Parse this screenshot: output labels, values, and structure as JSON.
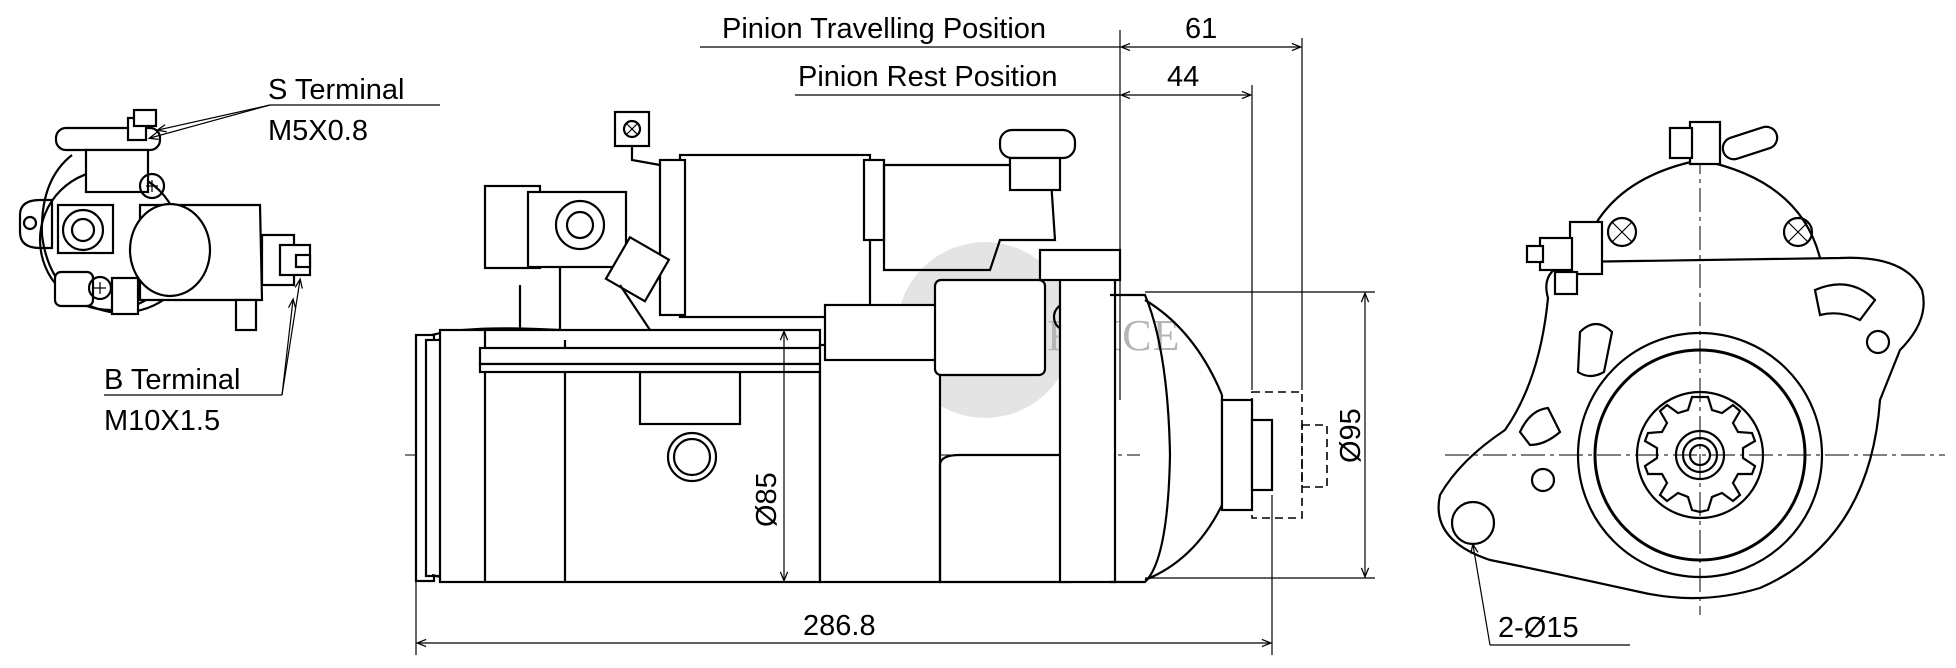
{
  "labels": {
    "s_terminal": "S Terminal",
    "s_thread": "M5X0.8",
    "b_terminal": "B Terminal",
    "b_thread": "M10X1.5",
    "pinion_travelling": "Pinion Travelling Position",
    "pinion_rest": "Pinion Rest Position"
  },
  "dimensions": {
    "travel": "61",
    "rest": "44",
    "length": "286.8",
    "body_dia": "Ø85",
    "flange_dia": "Ø95",
    "holes": "2-Ø15"
  },
  "watermark": "TRADE SERVICE",
  "colors": {
    "line": "#000000",
    "watermark": "#d6d6d6"
  }
}
